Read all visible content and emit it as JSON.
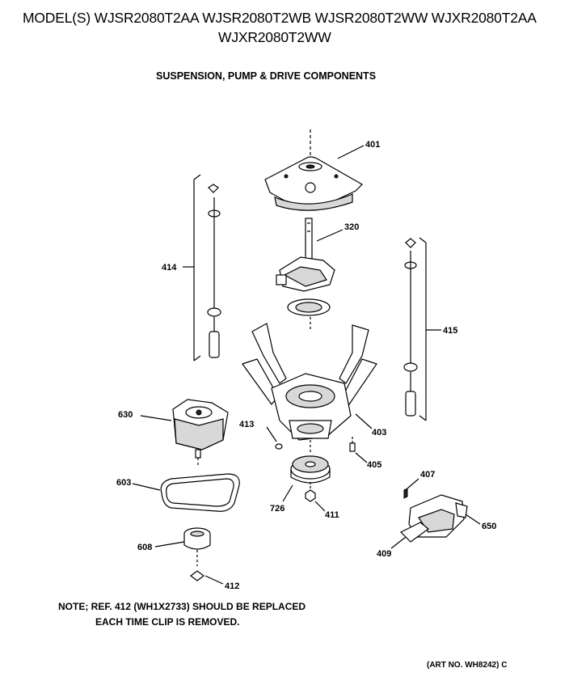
{
  "header": {
    "models_line1": "MODEL(S) WJSR2080T2AA  WJSR2080T2WB  WJSR2080T2WW  WJXR2080T2AA",
    "models_line2": "WJXR2080T2WW",
    "section_title": "SUSPENSION, PUMP & DRIVE COMPONENTS"
  },
  "parts": {
    "p401": "401",
    "p320": "320",
    "p414": "414",
    "p415": "415",
    "p630": "630",
    "p413": "413",
    "p403": "403",
    "p405": "405",
    "p603": "603",
    "p726": "726",
    "p411": "411",
    "p407": "407",
    "p650": "650",
    "p608": "608",
    "p409": "409",
    "p412": "412"
  },
  "note": {
    "line1": "NOTE;  REF. 412 (WH1X2733) SHOULD BE REPLACED",
    "line2": "EACH TIME CLIP IS REMOVED."
  },
  "art_number": "(ART NO. WH8242)  C"
}
